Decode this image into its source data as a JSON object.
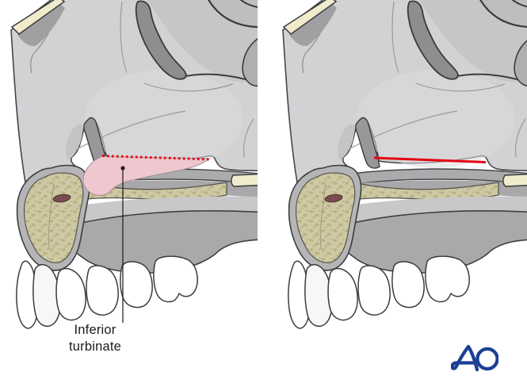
{
  "annotation": {
    "turbinate_label": {
      "line1": "Inferior",
      "line2": "turbinate"
    }
  },
  "logo": {
    "text": "AO"
  },
  "colors": {
    "resection_red": "#E30613",
    "turbinate_pink": "#EFC7CE",
    "bone_light": "#D2D2D4",
    "bone_cream": "#F0EBCD",
    "cancellous_tan": "#CFC9A3",
    "label_black": "#1A1A1A",
    "logo_blue": "#1C3F94"
  }
}
